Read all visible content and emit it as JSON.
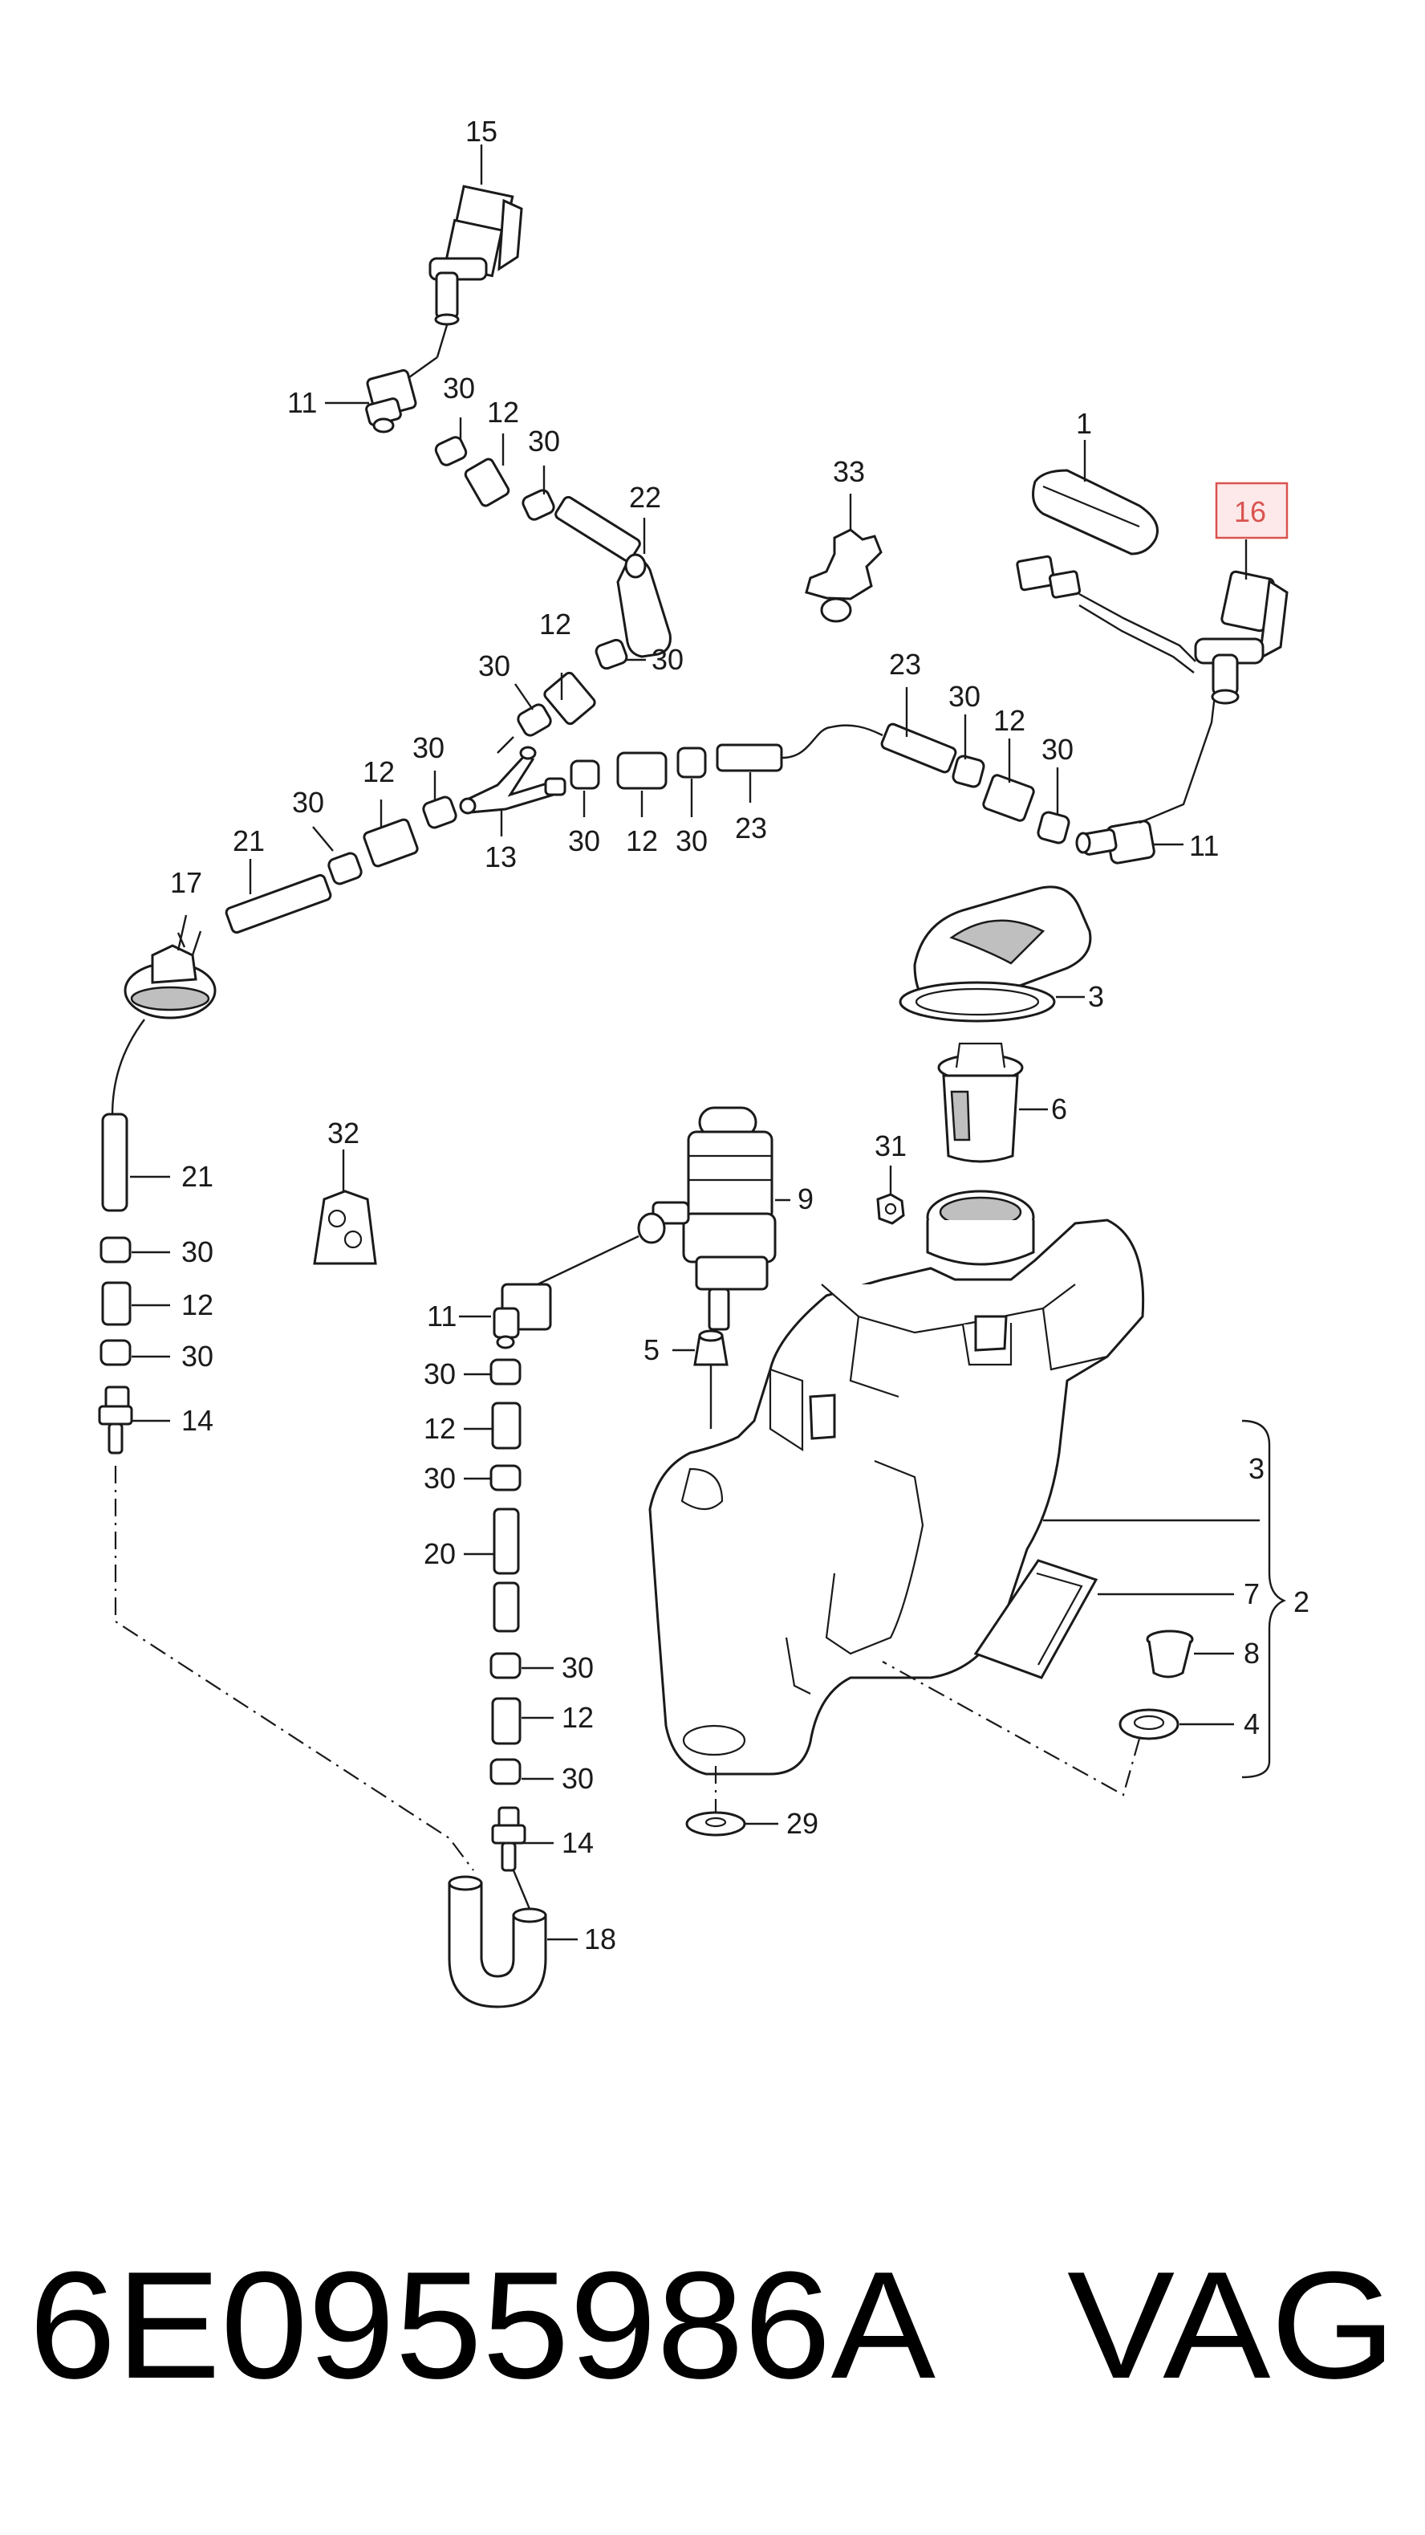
{
  "labels": {
    "l15": "15",
    "l11a": "11",
    "l30a": "30",
    "l12a": "12",
    "l30b": "30",
    "l22": "22",
    "l12b": "12",
    "l30c": "30",
    "l30d": "30",
    "l12c": "12",
    "l30e": "30",
    "l30f": "30",
    "l13": "13",
    "l30g": "30",
    "l12d": "12",
    "l30h": "30",
    "l23a": "23",
    "l23b": "23",
    "l30i": "30",
    "l12e": "12",
    "l30j": "30",
    "l11b": "11",
    "l33": "33",
    "l1": "1",
    "l16": "16",
    "l21a": "21",
    "l17": "17",
    "l3a": "3",
    "l6": "6",
    "l21b": "21",
    "l30k": "30",
    "l12f": "12",
    "l30l": "30",
    "l14a": "14",
    "l32": "32",
    "l31": "31",
    "l9": "9",
    "l11c": "11",
    "l5": "5",
    "l30m": "30",
    "l12g": "12",
    "l30n": "30",
    "l20": "20",
    "l30o": "30",
    "l12h": "12",
    "l30p": "30",
    "l14b": "14",
    "l18": "18",
    "l3b": "3",
    "l7": "7",
    "l2": "2",
    "l8": "8",
    "l4": "4",
    "l29": "29"
  },
  "highlight": {
    "label": "16",
    "color": "#d9534f"
  },
  "footer": {
    "part_number": "6E0955986A",
    "brand": "VAG"
  }
}
